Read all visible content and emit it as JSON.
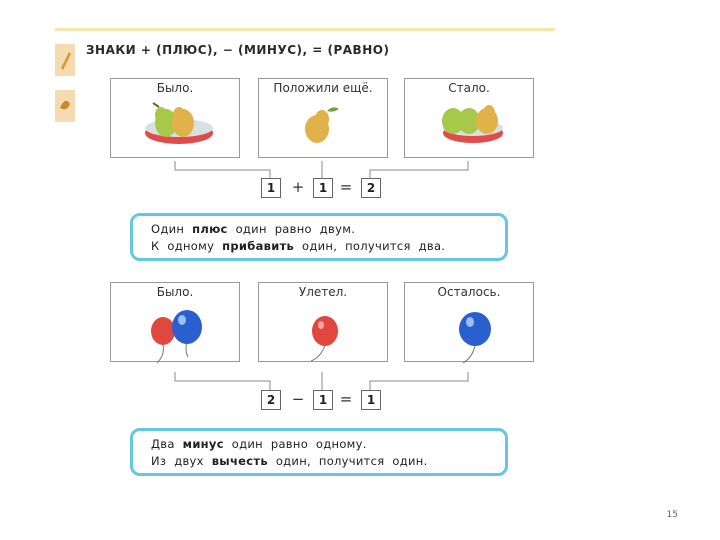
{
  "title": "ЗНАКИ  +  (ПЛЮС),  −  (МИНУС),  =  (РАВНО)",
  "addition": {
    "panels": [
      "Было.",
      "Положили  ещё.",
      "Стало."
    ],
    "equation": {
      "a": "1",
      "op": "+",
      "b": "1",
      "eq": "=",
      "c": "2"
    },
    "rule": {
      "line1": {
        "pre": "Один  ",
        "bold": "плюс",
        "post": "  один  равно  двум."
      },
      "line2": {
        "pre": "К  одному  ",
        "bold": "прибавить",
        "post": "  один,  получится  два."
      }
    }
  },
  "subtraction": {
    "panels": [
      "Было.",
      "Улетел.",
      "Осталось."
    ],
    "equation": {
      "a": "2",
      "op": "−",
      "b": "1",
      "eq": "=",
      "c": "1"
    },
    "rule": {
      "line1": {
        "pre": "Два  ",
        "bold": "минус",
        "post": "  один  равно  одному."
      },
      "line2": {
        "pre": "Из  двух  ",
        "bold": "вычесть",
        "post": "  один,  получится  один."
      }
    }
  },
  "page_number": "15",
  "colors": {
    "rule_border": "#62c6e4",
    "pear": "#e2b24a",
    "pear_green": "#a7c94a",
    "balloon_red": "#e0473f",
    "balloon_blue": "#2a5fd0"
  }
}
